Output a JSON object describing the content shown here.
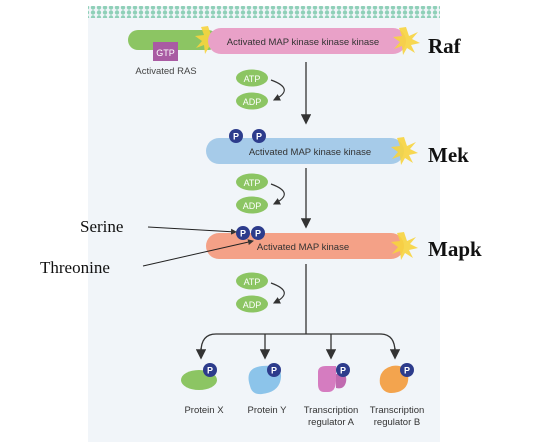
{
  "membrane_label": "",
  "ras": {
    "gtp": "GTP",
    "label": "Activated RAS"
  },
  "kinases": [
    {
      "label": "Activated MAP kinase kinase kinase",
      "side_label": "Raf",
      "color": "#e9a1c8"
    },
    {
      "label": "Activated MAP kinase kinase",
      "side_label": "Mek",
      "color": "#a6cbe9"
    },
    {
      "label": "Activated MAP kinase",
      "side_label": "Mapk",
      "color": "#f4a187"
    }
  ],
  "atp_cycles": [
    {
      "atp": "ATP",
      "adp": "ADP"
    },
    {
      "atp": "ATP",
      "adp": "ADP"
    },
    {
      "atp": "ATP",
      "adp": "ADP"
    }
  ],
  "phosphate": "P",
  "residues": {
    "serine": "Serine",
    "threonine": "Threonine"
  },
  "targets": [
    {
      "label_line1": "Protein X",
      "label_line2": "",
      "color": "#8cc563"
    },
    {
      "label_line1": "Protein Y",
      "label_line2": "",
      "color": "#8cc4ea"
    },
    {
      "label_line1": "Transcription",
      "label_line2": "regulator A",
      "color": "#d57cc0"
    },
    {
      "label_line1": "Transcription",
      "label_line2": "regulator B",
      "color": "#f3a44e"
    }
  ],
  "colors": {
    "background_panel": "#f1f5f9",
    "ras": "#8cc563",
    "gtp": "#a95ba3",
    "atp_adp": "#8cc563",
    "phosphate": "#2d3c8c",
    "star": "#f7d43e"
  }
}
